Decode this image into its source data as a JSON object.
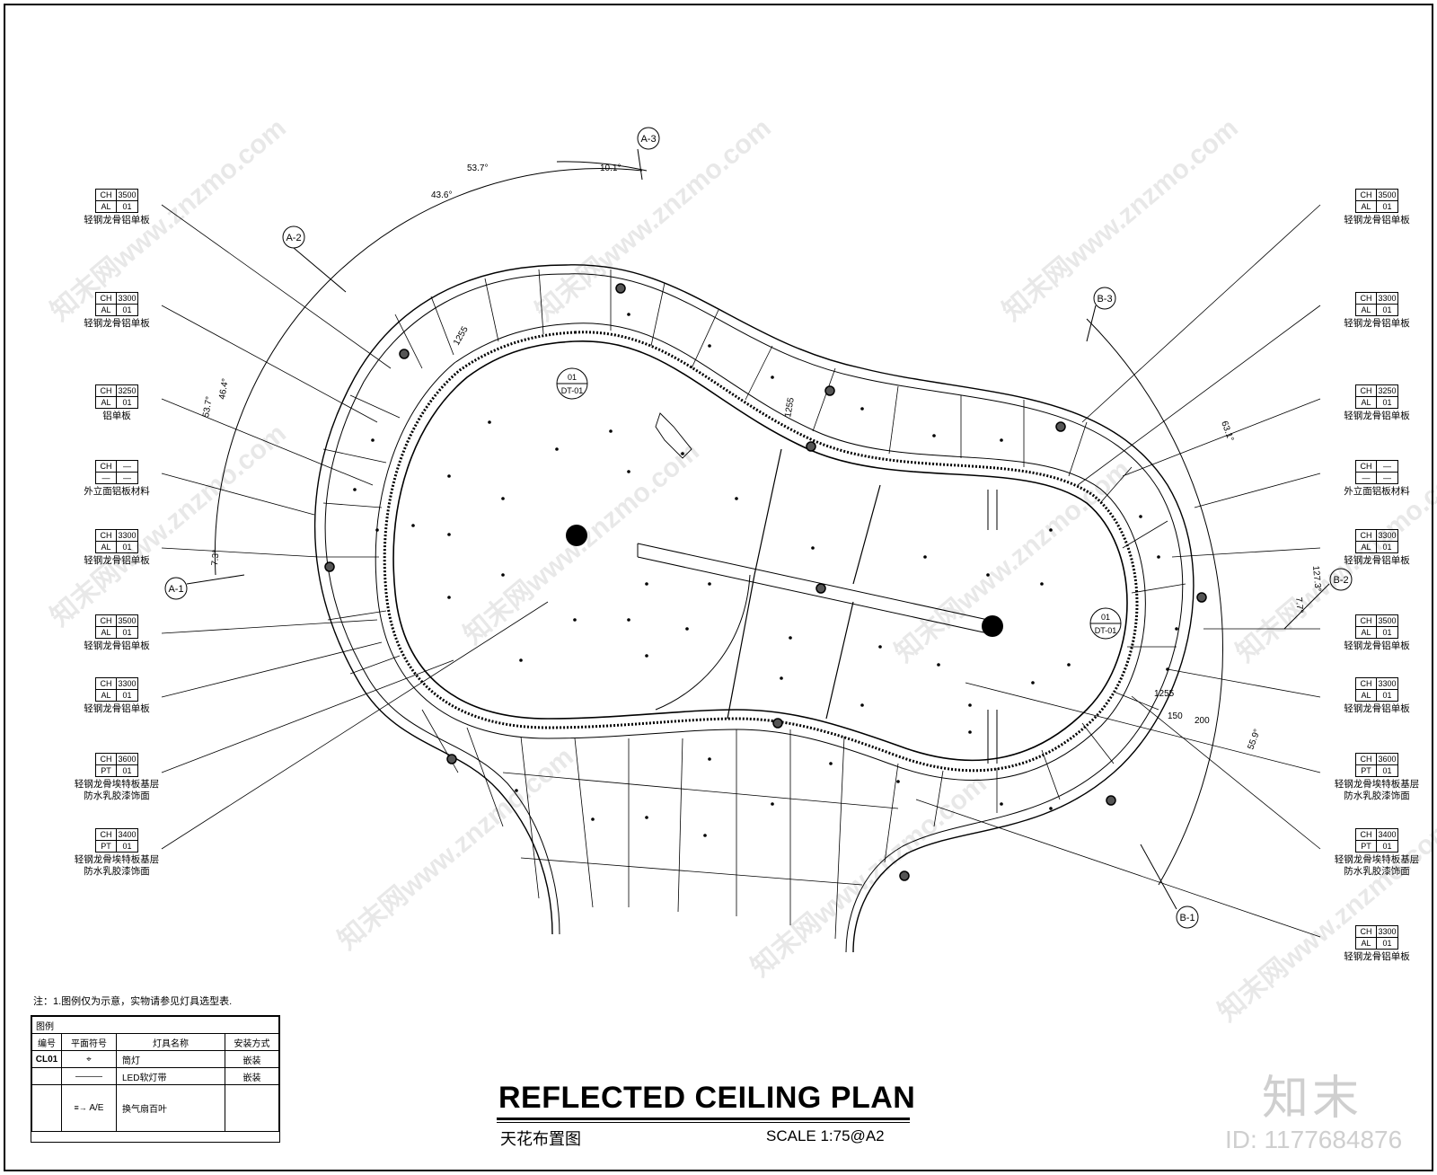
{
  "tags_left": [
    {
      "k1": "CH",
      "v1": "3500",
      "k2": "AL",
      "v2": "01",
      "desc": "轻钢龙骨铝单板"
    },
    {
      "k1": "CH",
      "v1": "3300",
      "k2": "AL",
      "v2": "01",
      "desc": "轻钢龙骨铝单板"
    },
    {
      "k1": "CH",
      "v1": "3250",
      "k2": "AL",
      "v2": "01",
      "desc": "铝单板"
    },
    {
      "k1": "CH",
      "v1": "—",
      "k2": "—",
      "v2": "—",
      "desc": "外立面铝板材料"
    },
    {
      "k1": "CH",
      "v1": "3300",
      "k2": "AL",
      "v2": "01",
      "desc": "轻钢龙骨铝单板"
    },
    {
      "k1": "CH",
      "v1": "3500",
      "k2": "AL",
      "v2": "01",
      "desc": "轻钢龙骨铝单板"
    },
    {
      "k1": "CH",
      "v1": "3300",
      "k2": "AL",
      "v2": "01",
      "desc": "轻钢龙骨铝单板"
    },
    {
      "k1": "CH",
      "v1": "3600",
      "k2": "PT",
      "v2": "01",
      "desc": "轻钢龙骨埃特板基层",
      "desc2": "防水乳胶漆饰面"
    },
    {
      "k1": "CH",
      "v1": "3400",
      "k2": "PT",
      "v2": "01",
      "desc": "轻钢龙骨埃特板基层",
      "desc2": "防水乳胶漆饰面"
    }
  ],
  "tags_right": [
    {
      "k1": "CH",
      "v1": "3500",
      "k2": "AL",
      "v2": "01",
      "desc": "轻钢龙骨铝单板"
    },
    {
      "k1": "CH",
      "v1": "3300",
      "k2": "AL",
      "v2": "01",
      "desc": "轻钢龙骨铝单板"
    },
    {
      "k1": "CH",
      "v1": "3250",
      "k2": "AL",
      "v2": "01",
      "desc": "轻钢龙骨铝单板"
    },
    {
      "k1": "CH",
      "v1": "—",
      "k2": "—",
      "v2": "—",
      "desc": "外立面铝板材料"
    },
    {
      "k1": "CH",
      "v1": "3300",
      "k2": "AL",
      "v2": "01",
      "desc": "轻钢龙骨铝单板"
    },
    {
      "k1": "CH",
      "v1": "3500",
      "k2": "AL",
      "v2": "01",
      "desc": "轻钢龙骨铝单板"
    },
    {
      "k1": "CH",
      "v1": "3300",
      "k2": "AL",
      "v2": "01",
      "desc": "轻钢龙骨铝单板"
    },
    {
      "k1": "CH",
      "v1": "3600",
      "k2": "PT",
      "v2": "01",
      "desc": "轻钢龙骨埃特板基层",
      "desc2": "防水乳胶漆饰面"
    },
    {
      "k1": "CH",
      "v1": "3400",
      "k2": "PT",
      "v2": "01",
      "desc": "轻钢龙骨埃特板基层",
      "desc2": "防水乳胶漆饰面"
    },
    {
      "k1": "CH",
      "v1": "3300",
      "k2": "AL",
      "v2": "01",
      "desc": "轻钢龙骨铝单板"
    }
  ],
  "sections": {
    "a1": "A-1",
    "a2": "A-2",
    "a3": "A-3",
    "b1": "B-1",
    "b2": "B-2",
    "b3": "B-3"
  },
  "details": {
    "num": "01",
    "ref": "DT-01"
  },
  "dims": {
    "angle_a_total": "53.7°",
    "angle_a_inner": "43.6°",
    "angle_a3": "10.1°",
    "angle_left_outer": "53.7°",
    "angle_left_inner": "46.4°",
    "angle_left_small": "7.3°",
    "angle_right_top": "63.1°",
    "angle_right_mid": "127.3°",
    "angle_right_small": "7.7°",
    "angle_right_bottom": "55.9°",
    "d1255_a": "1255",
    "d1255_b": "1255",
    "d1255_c": "1255",
    "d200": "200",
    "d150": "150"
  },
  "note": "注：1.图例仅为示意，实物请参见灯具选型表.",
  "legend": {
    "title": "图例",
    "headers": [
      "编号",
      "平面符号",
      "灯具名称",
      "安装方式"
    ],
    "rows": [
      {
        "code": "CL01",
        "name": "筒灯",
        "mount": "嵌装"
      },
      {
        "code": "",
        "name": "LED软灯带",
        "mount": "嵌装"
      },
      {
        "code": "",
        "name": "换气扇百叶",
        "mount": ""
      }
    ],
    "symbol_ae": "A/E"
  },
  "title": "REFLECTED CEILING PLAN",
  "subtitle": "天花布置图",
  "scale": "SCALE 1:75@A2",
  "logo": "知末",
  "id": "ID: 1177684876",
  "watermark": "知末网www.znzmo.com"
}
